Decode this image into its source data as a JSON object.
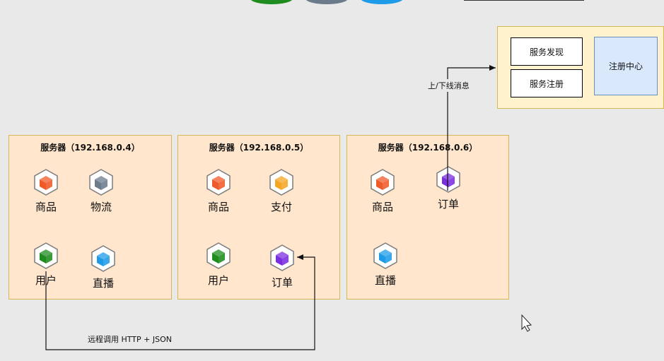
{
  "colors": {
    "background": "#e9e9e9",
    "server_fill": "#ffe6cc",
    "server_border": "#d6b656",
    "registry_fill": "#fff2cc",
    "registry_center_fill": "#dae8fc",
    "cube_red": "#f05a28",
    "cube_gray": "#6b7b8c",
    "cube_orange": "#f5a623",
    "cube_green": "#1e8c1e",
    "cube_blue": "#1e9be8",
    "cube_purple": "#7b2ee0"
  },
  "registry": {
    "discovery_label": "服务发现",
    "registration_label": "服务注册",
    "center_label": "注册中心"
  },
  "servers": [
    {
      "title": "服务器（192.168.0.4）",
      "services": [
        {
          "label": "商品",
          "icon": "cube-red-icon"
        },
        {
          "label": "物流",
          "icon": "cube-gray-icon"
        },
        {
          "label": "用户",
          "icon": "cube-green-icon"
        },
        {
          "label": "直播",
          "icon": "cube-blue-icon"
        }
      ]
    },
    {
      "title": "服务器（192.168.0.5）",
      "services": [
        {
          "label": "商品",
          "icon": "cube-red-icon"
        },
        {
          "label": "支付",
          "icon": "cube-orange-icon"
        },
        {
          "label": "用户",
          "icon": "cube-green-icon"
        },
        {
          "label": "订单",
          "icon": "cube-purple-icon"
        }
      ]
    },
    {
      "title": "服务器（192.168.0.6）",
      "services": [
        {
          "label": "商品",
          "icon": "cube-red-icon"
        },
        {
          "label": "订单",
          "icon": "cube-purple-icon"
        },
        {
          "label": "直播",
          "icon": "cube-blue-icon"
        }
      ]
    }
  ],
  "edges": {
    "online_offline_label": "上/下线消息",
    "remote_call_label": "远程调用  HTTP + JSON"
  }
}
